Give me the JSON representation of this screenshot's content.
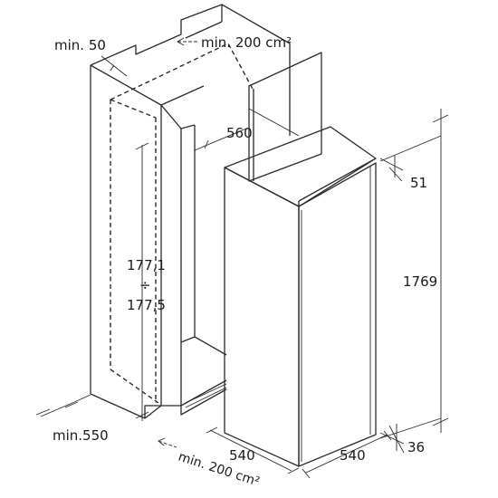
{
  "labels": {
    "min_top_depth": "min. 50",
    "vent_top": "min. 200 cm²",
    "cabinet_depth": "560",
    "height_range_top": "177,1",
    "height_range_sep": "÷",
    "height_range_bottom": "177,5",
    "min_width": "min.550",
    "vent_bottom": "min. 200 cm²",
    "appliance_width": "540",
    "appliance_depth": "540",
    "top_gap": "51",
    "appliance_height": "1769",
    "bottom_gap": "36"
  }
}
